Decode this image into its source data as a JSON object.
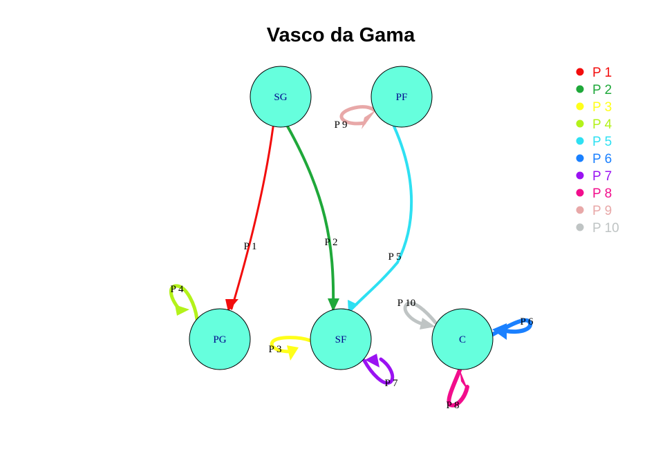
{
  "title": "Vasco da Gama",
  "node_fill": "#66ffdd",
  "nodes": [
    {
      "id": "SG",
      "label": "SG"
    },
    {
      "id": "PF",
      "label": "PF"
    },
    {
      "id": "PG",
      "label": "PG"
    },
    {
      "id": "SF",
      "label": "SF"
    },
    {
      "id": "C",
      "label": "C"
    }
  ],
  "edges": [
    {
      "label": "P 1",
      "from": "SG",
      "to": "PG",
      "color": "#f20d0d"
    },
    {
      "label": "P 2",
      "from": "SG",
      "to": "SF",
      "color": "#1fa83a"
    },
    {
      "label": "P 3",
      "from": "SF",
      "to": "SF",
      "color": "#ffff1a"
    },
    {
      "label": "P 4",
      "from": "PG",
      "to": "PG",
      "color": "#b3f21a"
    },
    {
      "label": "P 5",
      "from": "PF",
      "to": "SF",
      "color": "#2ee0f2"
    },
    {
      "label": "P 6",
      "from": "C",
      "to": "C",
      "color": "#1a80ff"
    },
    {
      "label": "P 7",
      "from": "SF",
      "to": "SF",
      "color": "#9a12f2"
    },
    {
      "label": "P 8",
      "from": "C",
      "to": "C",
      "color": "#f20d8c"
    },
    {
      "label": "P 9",
      "from": "PF",
      "to": "PF",
      "color": "#e8a8a8"
    },
    {
      "label": "P 10",
      "from": "C",
      "to": "C",
      "color": "#bfc4c4"
    }
  ],
  "legend": [
    {
      "label": "P 1",
      "color": "#f20d0d"
    },
    {
      "label": "P 2",
      "color": "#1fa83a"
    },
    {
      "label": "P 3",
      "color": "#ffff1a"
    },
    {
      "label": "P 4",
      "color": "#b3f21a"
    },
    {
      "label": "P 5",
      "color": "#2ee0f2"
    },
    {
      "label": "P 6",
      "color": "#1a80ff"
    },
    {
      "label": "P 7",
      "color": "#9a12f2"
    },
    {
      "label": "P 8",
      "color": "#f20d8c"
    },
    {
      "label": "P 9",
      "color": "#e8a8a8"
    },
    {
      "label": "P 10",
      "color": "#bfc4c4"
    }
  ]
}
